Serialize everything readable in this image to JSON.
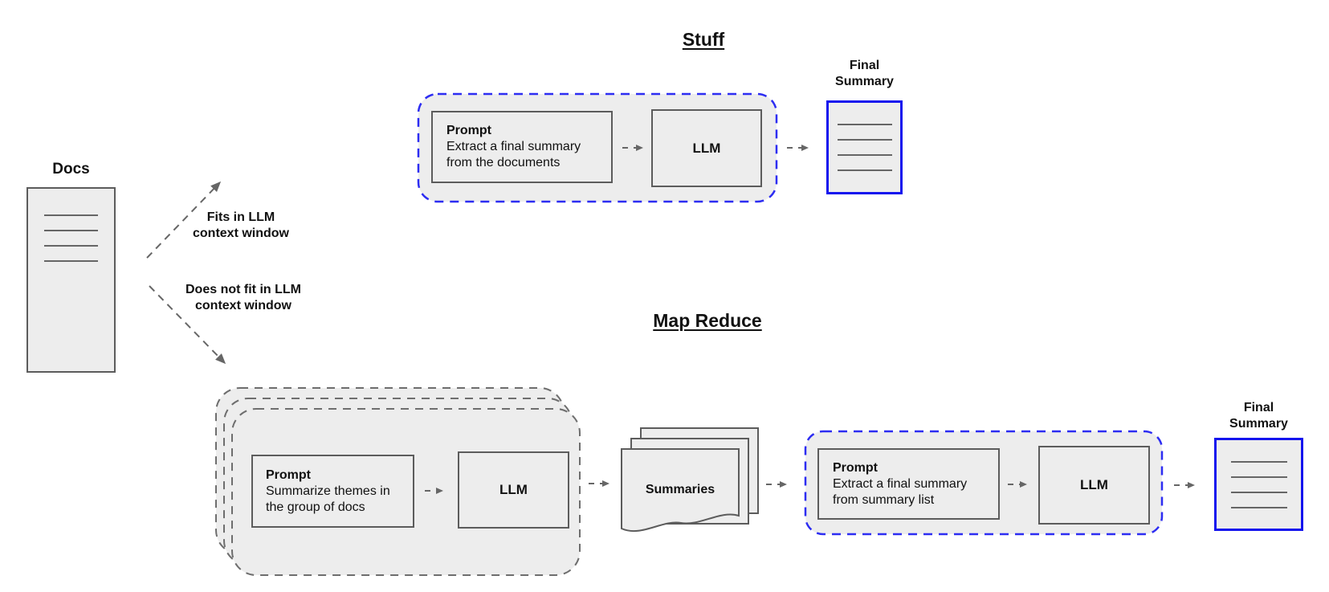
{
  "colors": {
    "box_fill": "#ededed",
    "box_border": "#5c5c5c",
    "doc_line": "#666666",
    "stack_dash": "#6e6e6e",
    "blue_dashed": "#2d2df2",
    "blue_solid": "#1414ee",
    "arrow": "#666666",
    "text": "#111111"
  },
  "docs": {
    "label": "Docs"
  },
  "branches": {
    "fits": [
      "Fits in LLM",
      "context window"
    ],
    "does_not_fit": [
      "Does not fit in LLM",
      "context window"
    ]
  },
  "stuff": {
    "title": "Stuff",
    "prompt_heading": "Prompt",
    "prompt_text": "Extract a final summary from the documents",
    "llm": "LLM",
    "final_summary_label": [
      "Final",
      "Summary"
    ]
  },
  "map_reduce": {
    "title": "Map Reduce",
    "map_prompt_heading": "Prompt",
    "map_prompt_text": "Summarize themes in the group of docs",
    "map_llm": "LLM",
    "summaries_label": "Summaries",
    "reduce_prompt_heading": "Prompt",
    "reduce_prompt_text": "Extract a final summary from summary list",
    "reduce_llm": "LLM",
    "final_summary_label": [
      "Final",
      "Summary"
    ]
  }
}
